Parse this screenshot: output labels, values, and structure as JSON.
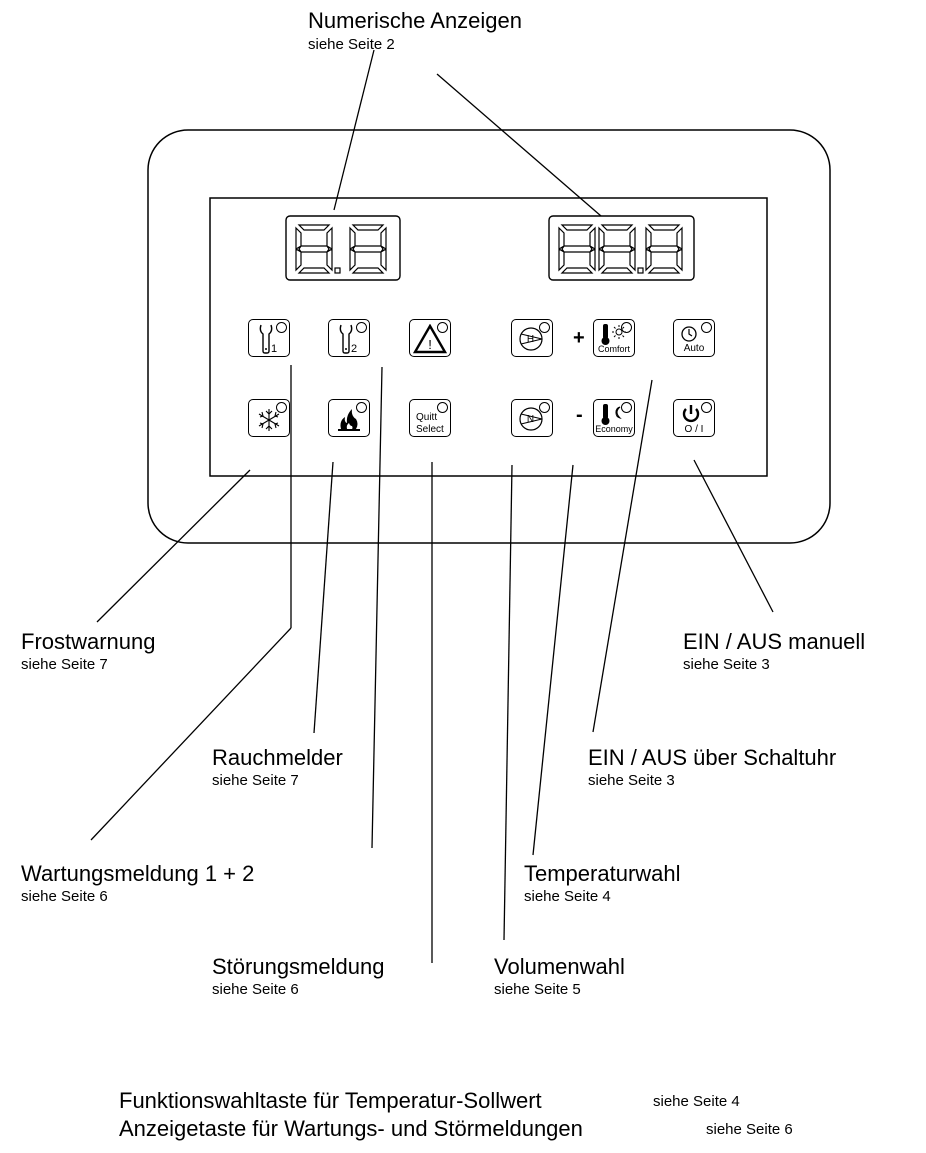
{
  "header": {
    "title": "Numerische Anzeigen",
    "ref": "siehe Seite 2"
  },
  "buttons": {
    "service1": "1",
    "service2": "2",
    "quitt_line1": "Quitt",
    "quitt_line2": "Select",
    "heat_h": "H",
    "heat_n": "N",
    "plus": "+",
    "minus": "-",
    "comfort": "Comfort",
    "economy": "Economy",
    "auto": "Auto",
    "onoff": "O / I"
  },
  "callouts": {
    "frost": {
      "label": "Frostwarnung",
      "ref": "siehe Seite 7"
    },
    "ein_aus_manuell": {
      "label": "EIN / AUS manuell",
      "ref": "siehe Seite 3"
    },
    "rauch": {
      "label": "Rauchmelder",
      "ref": "siehe Seite 7"
    },
    "schaltuhr": {
      "label": "EIN / AUS über Schaltuhr",
      "ref": "siehe Seite 3"
    },
    "wartung": {
      "label": "Wartungsmeldung 1 + 2",
      "ref": "siehe Seite 6"
    },
    "temp": {
      "label": "Temperaturwahl",
      "ref": "siehe Seite 4"
    },
    "stoerung": {
      "label": "Störungsmeldung",
      "ref": "siehe Seite 6"
    },
    "volumen": {
      "label": "Volumenwahl",
      "ref": "siehe Seite 5"
    }
  },
  "footer": {
    "line1": "Funktionswahltaste für Temperatur-Sollwert",
    "line1_ref": "siehe Seite 4",
    "line2": "Anzeigetaste für Wartungs- und Störmeldungen",
    "line2_ref": "siehe Seite 6"
  }
}
